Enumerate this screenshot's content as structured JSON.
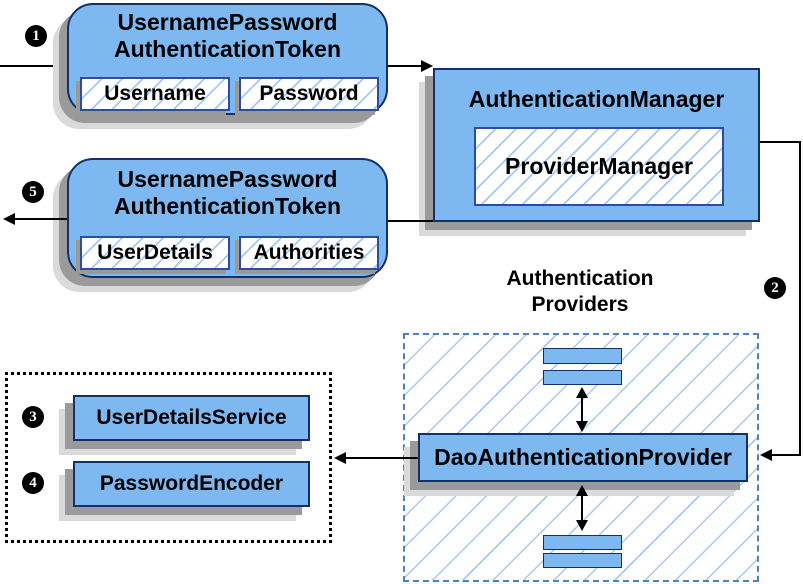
{
  "colors": {
    "node_fill": "#7db8f0",
    "node_border": "#13306a",
    "field_border": "#2d4e9e",
    "hatch": "#a6c9ef",
    "dashed_border": "#4f81bd",
    "shadow_dark": "#9a9a9a",
    "shadow_light": "#dadada"
  },
  "steps": {
    "s1": "1",
    "s2": "2",
    "s3": "3",
    "s4": "4",
    "s5": "5"
  },
  "nodes": {
    "request_token": {
      "title_line1": "UsernamePassword",
      "title_line2": "AuthenticationToken",
      "fields": [
        "Username",
        "Password"
      ]
    },
    "authentication_manager": {
      "title": "AuthenticationManager",
      "inner": "ProviderManager"
    },
    "response_token": {
      "title_line1": "UsernamePassword",
      "title_line2": "AuthenticationToken",
      "fields": [
        "UserDetails",
        "Authorities"
      ]
    },
    "providers_group": {
      "label_line1": "Authentication",
      "label_line2": "Providers",
      "provider": "DaoAuthenticationProvider"
    },
    "services": {
      "user_details_service": "UserDetailsService",
      "password_encoder": "PasswordEncoder"
    }
  }
}
